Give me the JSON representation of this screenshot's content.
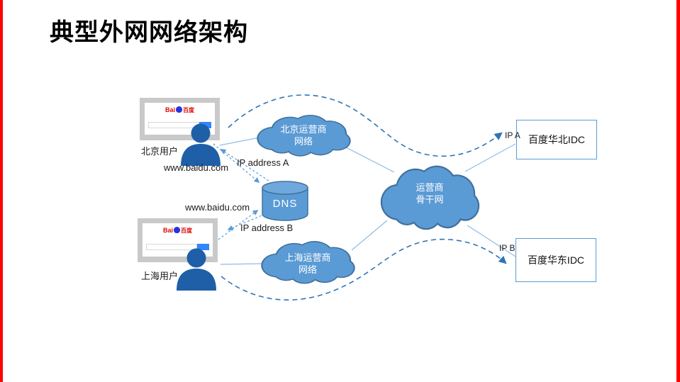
{
  "slide": {
    "title": "典型外网网络架构"
  },
  "colors": {
    "cloud_fill": "#5B9BD5",
    "cloud_border": "#41719C",
    "person": "#1F5FA8",
    "dashed_route": "#2E75B6",
    "solid_link": "#8FBCE6",
    "idc_border": "#5B9BD5",
    "edge_bar": "#FE0000",
    "baidu_red": "#E10601",
    "baidu_blue": "#2932E1"
  },
  "nodes": {
    "beijing_user": {
      "label": "北京用户"
    },
    "shanghai_user": {
      "label": "上海用户"
    },
    "beijing_isp_cloud": {
      "line1": "北京运营商",
      "line2": "网络"
    },
    "shanghai_isp_cloud": {
      "line1": "上海运营商",
      "line2": "网络"
    },
    "backbone_cloud": {
      "line1": "运营商",
      "line2": "骨干网"
    },
    "dns": {
      "label": "DNS"
    },
    "idc_north": {
      "label": "百度华北IDC"
    },
    "idc_east": {
      "label": "百度华东IDC"
    }
  },
  "labels": {
    "beijing_query": "www.baidu.com",
    "beijing_answer": "IP address A",
    "shanghai_query": "www.baidu.com",
    "shanghai_answer": "IP address B",
    "ip_a": "IP A",
    "ip_b": "IP B"
  },
  "browser": {
    "logo_latin": "Bai",
    "logo_cn": "百度"
  }
}
